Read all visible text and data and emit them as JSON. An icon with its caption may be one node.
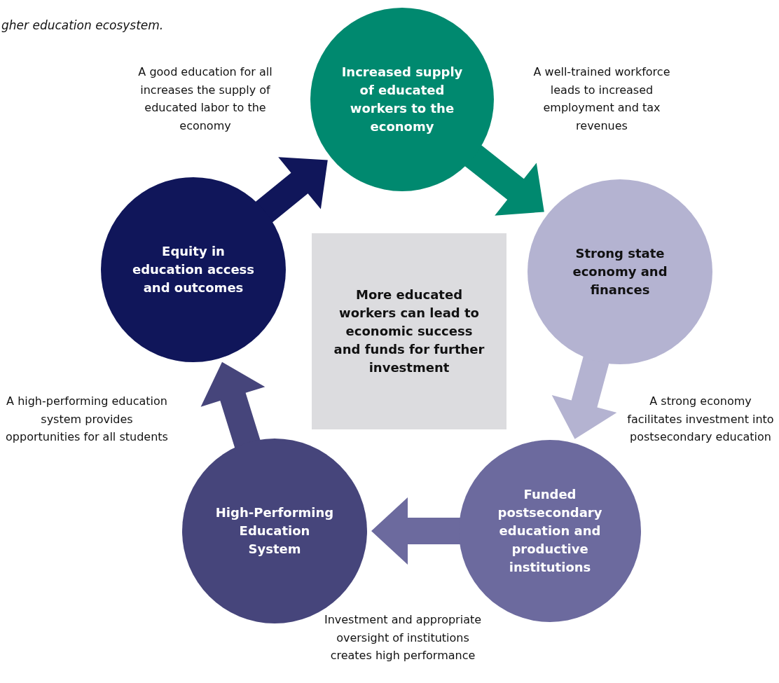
{
  "diagram": {
    "nodes": [
      {
        "text": [
          "Increased supply of educated workers to the economy"
        ]
      },
      {
        "text": [
          "Strong state economy and finances"
        ]
      },
      {
        "text": [
          "Funded postsecondary education and productive institutions"
        ]
      },
      {
        "text": [
          "High-Performing Education System"
        ]
      },
      {
        "text": [
          "Equity in education access and outcomes"
        ]
      },
      {
        "text": [
          "More educated workers can lead to economic success and funds for further investment"
        ]
      }
    ],
    "edges": [
      {
        "from": 0,
        "to": 1,
        "arrow": "to",
        "color": "#00896f"
      },
      {
        "from": 1,
        "to": 2,
        "arrow": "to",
        "color": "#b4b3d1"
      },
      {
        "from": 2,
        "to": 3,
        "arrow": "to",
        "color": "#6c6a9e"
      },
      {
        "from": 3,
        "to": 4,
        "arrow": "to",
        "color": "#46457b"
      },
      {
        "from": 4,
        "to": 0,
        "arrow": "to",
        "color": "#10165a"
      }
    ],
    "labels": [
      "gher education ecosystem.",
      "A good education for all increases the supply of educated labor to the economy",
      "A well-trained workforce leads to increased employment and tax revenues",
      "A high-performing education system provides opportunities for all students",
      "A strong economy facilitates investment into postsecondary education",
      "Investment and appropriate oversight of institutions creates high performance"
    ]
  }
}
